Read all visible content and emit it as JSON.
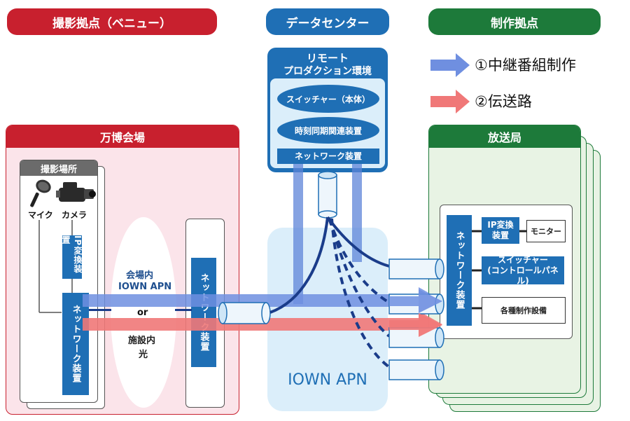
{
  "headers": {
    "venue": "撮影拠点（ベニュー）",
    "datacenter": "データセンター",
    "production": "制作拠点"
  },
  "legend": {
    "relay": "①中継番組制作",
    "transmission": "②伝送路"
  },
  "expo": {
    "title": "万博会場",
    "location_tab": "撮影場所",
    "mic_label": "マイク",
    "camera_label": "カメラ",
    "ip_converter": "IP変換装置",
    "network_device": "ネットワーク装置",
    "network_device_2": "ネットワーク装置",
    "apn_line1": "会場内",
    "apn_line2": "IOWN APN",
    "or_label": "or",
    "fiber_line1": "施設内",
    "fiber_line2": "光"
  },
  "datacenter_box": {
    "title_line1": "リモート",
    "title_line2": "プロダクション環境",
    "switcher": "スイッチャー（本体）",
    "sync": "時刻同期関連装置",
    "network": "ネットワーク装置"
  },
  "iown": {
    "label": "IOWN APN"
  },
  "broadcaster": {
    "title": "放送局",
    "network_device": "ネットワーク装置",
    "ip_converter_line1": "IP変換",
    "ip_converter_line2": "装置",
    "monitor": "モニター",
    "switcher_line1": "スイッチャー",
    "switcher_line2": "(コントロールパネル)",
    "equipment": "各種制作設備"
  },
  "colors": {
    "venue_red": "#c8202e",
    "datacenter_blue": "#1f6fb5",
    "production_green": "#1d7a3a",
    "relay_arrow": "#6f8fe0",
    "transmission_arrow": "#f07878"
  }
}
